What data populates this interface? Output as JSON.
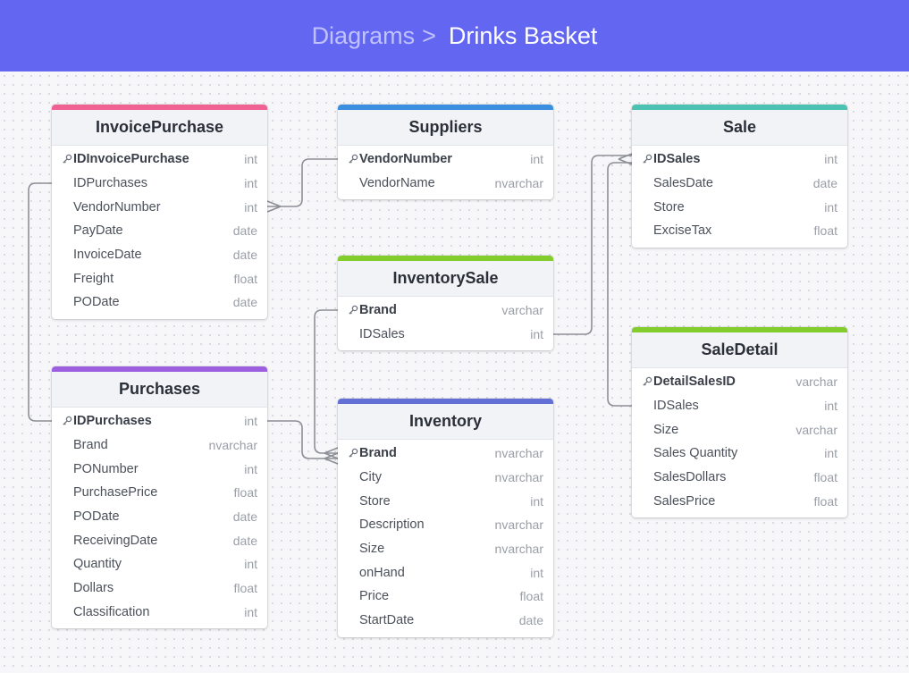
{
  "breadcrumb": {
    "parent": "Diagrams",
    "separator": ">",
    "current": "Drinks Basket"
  },
  "colors": {
    "header": "#6366f1",
    "pink": "#f06291",
    "blue": "#3b8fde",
    "teal": "#4cc3b2",
    "green": "#82cc2b",
    "purple": "#9b5fe0",
    "indigo": "#6270d6"
  },
  "tables": {
    "invoicepurchase": {
      "name": "InvoicePurchase",
      "fields": [
        {
          "name": "IDInvoicePurchase",
          "type": "int",
          "pk": true
        },
        {
          "name": "IDPurchases",
          "type": "int"
        },
        {
          "name": "VendorNumber",
          "type": "int"
        },
        {
          "name": "PayDate",
          "type": "date"
        },
        {
          "name": "InvoiceDate",
          "type": "date"
        },
        {
          "name": "Freight",
          "type": "float"
        },
        {
          "name": "PODate",
          "type": "date"
        }
      ]
    },
    "suppliers": {
      "name": "Suppliers",
      "fields": [
        {
          "name": "VendorNumber",
          "type": "int",
          "pk": true
        },
        {
          "name": "VendorName",
          "type": "nvarchar"
        }
      ]
    },
    "sale": {
      "name": "Sale",
      "fields": [
        {
          "name": "IDSales",
          "type": "int",
          "pk": true
        },
        {
          "name": "SalesDate",
          "type": "date"
        },
        {
          "name": "Store",
          "type": "int"
        },
        {
          "name": "ExciseTax",
          "type": "float"
        }
      ]
    },
    "inventorysale": {
      "name": "InventorySale",
      "fields": [
        {
          "name": "Brand",
          "type": "varchar",
          "pk": true
        },
        {
          "name": "IDSales",
          "type": "int"
        }
      ]
    },
    "saledetail": {
      "name": "SaleDetail",
      "fields": [
        {
          "name": "DetailSalesID",
          "type": "varchar",
          "pk": true
        },
        {
          "name": "IDSales",
          "type": "int"
        },
        {
          "name": "Size",
          "type": "varchar"
        },
        {
          "name": "Sales Quantity",
          "type": "int"
        },
        {
          "name": "SalesDollars",
          "type": "float"
        },
        {
          "name": "SalesPrice",
          "type": "float"
        }
      ]
    },
    "purchases": {
      "name": "Purchases",
      "fields": [
        {
          "name": "IDPurchases",
          "type": "int",
          "pk": true
        },
        {
          "name": "Brand",
          "type": "nvarchar"
        },
        {
          "name": "PONumber",
          "type": "int"
        },
        {
          "name": "PurchasePrice",
          "type": "float"
        },
        {
          "name": "PODate",
          "type": "date"
        },
        {
          "name": "ReceivingDate",
          "type": "date"
        },
        {
          "name": "Quantity",
          "type": "int"
        },
        {
          "name": "Dollars",
          "type": "float"
        },
        {
          "name": "Classification",
          "type": "int"
        }
      ]
    },
    "inventory": {
      "name": "Inventory",
      "fields": [
        {
          "name": "Brand",
          "type": "nvarchar",
          "pk": true
        },
        {
          "name": "City",
          "type": "nvarchar"
        },
        {
          "name": "Store",
          "type": "int"
        },
        {
          "name": "Description",
          "type": "nvarchar"
        },
        {
          "name": "Size",
          "type": "nvarchar"
        },
        {
          "name": "onHand",
          "type": "int"
        },
        {
          "name": "Price",
          "type": "float"
        },
        {
          "name": "StartDate",
          "type": "date"
        }
      ]
    }
  }
}
